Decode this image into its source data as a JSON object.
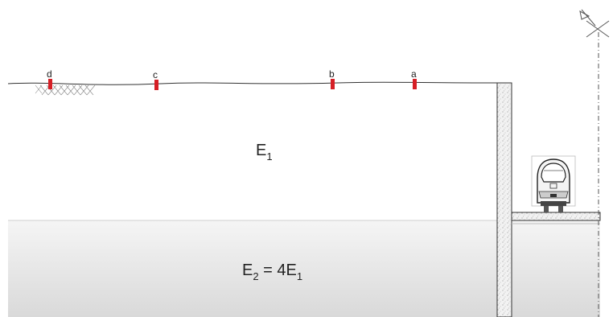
{
  "colors": {
    "background": "#ffffff",
    "lower_layer_top": "#f5f5f5",
    "lower_layer_bottom": "#d9d9d9",
    "marker": "#d61f26",
    "wall": "#f2f2f2",
    "line": "#333333",
    "centerline": "#555555"
  },
  "markers": [
    {
      "id": "d",
      "label": "d"
    },
    {
      "id": "c",
      "label": "c"
    },
    {
      "id": "b",
      "label": "b"
    },
    {
      "id": "a",
      "label": "a"
    }
  ],
  "layers": {
    "upper": {
      "main": "E",
      "sub": "1"
    },
    "lower": {
      "main": "E",
      "sub": "2",
      "mid": " = 4E",
      "sub2": "1"
    }
  },
  "icons": {
    "vehicle": "train-front-icon",
    "survey_symbol": "survey-target-icon",
    "hatch": "ground-hatch-icon"
  }
}
